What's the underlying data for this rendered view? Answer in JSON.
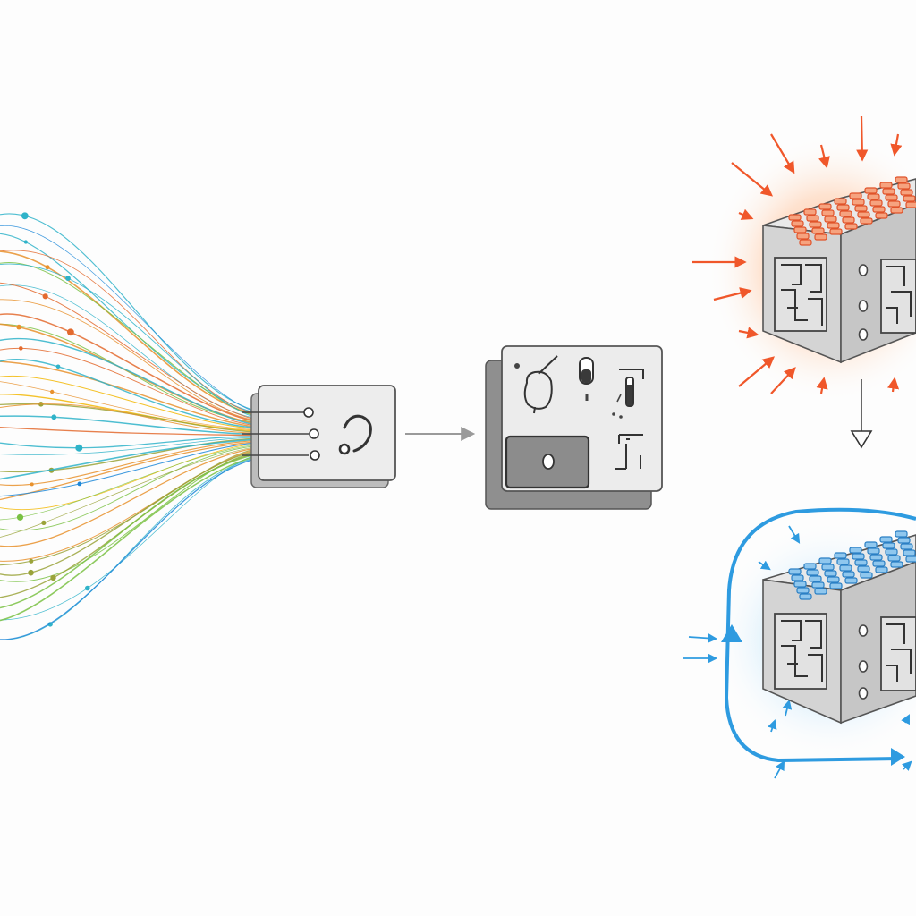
{
  "diagram": {
    "stages": [
      {
        "id": "data-streams",
        "icon": "data-stream-lines-icon"
      },
      {
        "id": "input-panel",
        "icon": "circuit-connector-panel-icon"
      },
      {
        "id": "control-panel",
        "icon": "instrument-control-panel-icon"
      },
      {
        "id": "hot-module",
        "icon": "overheating-chip-cube-icon"
      },
      {
        "id": "cooled-module",
        "icon": "cooled-chip-cube-icon"
      }
    ],
    "colors": {
      "background": "#fdfdfd",
      "stream_palette": [
        "#f2b705",
        "#e8912c",
        "#7ac143",
        "#2fb3c9",
        "#1e88d8",
        "#9aa33a",
        "#e36a2e"
      ],
      "panel_fill": "#ededed",
      "panel_stroke": "#555555",
      "cube_gray": "#d4d4d4",
      "heat_orange": "#f0572a",
      "cool_blue": "#2e9be0",
      "flow_arrow_gray": "#9a9a9a"
    }
  }
}
